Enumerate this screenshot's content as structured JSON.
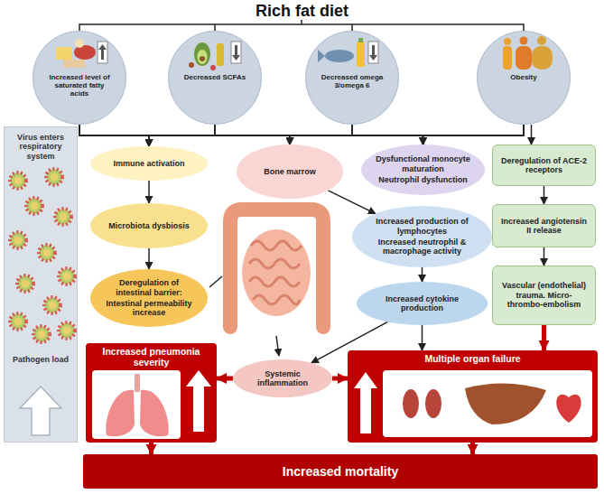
{
  "diagram": {
    "title": "Rich fat diet",
    "nodes": [
      {
        "text": [
          "Increased level of saturated fatty acids"
        ]
      },
      {
        "text": [
          "Decreased SCFAs"
        ]
      },
      {
        "text": [
          "Decreased omega 3/omega 6"
        ]
      },
      {
        "text": [
          "Obesity"
        ]
      },
      {
        "text": [
          "Virus enters respiratory system",
          "Pathogen load"
        ]
      },
      {
        "text": [
          "Immune activation"
        ]
      },
      {
        "text": [
          "Bone marrow"
        ]
      },
      {
        "text": [
          "Dysfunctional monocyte maturation",
          "Neutrophil dysfunction"
        ]
      },
      {
        "text": [
          "Deregulation of ACE-2 receptors"
        ]
      },
      {
        "text": [
          "Microbiota dysbiosis"
        ]
      },
      {
        "text": [
          "Increased production of lymphocytes",
          "Increased neutrophil & macrophage activity"
        ]
      },
      {
        "text": [
          "Increased angiotensin II release"
        ]
      },
      {
        "text": [
          "Deregulation of intestinal barrier:",
          "Intestinal permeability increase"
        ]
      },
      {
        "text": [
          "Increased cytokine production"
        ]
      },
      {
        "text": [
          "Vascular (endothelial) trauma. Micro- thrombo-embolism"
        ]
      },
      {
        "text": [
          "Increased pneumonia severity"
        ]
      },
      {
        "text": [
          "Systemic inflammation"
        ]
      },
      {
        "text": [
          "Multiple organ failure"
        ]
      },
      {
        "text": [
          "Increased mortality"
        ]
      }
    ],
    "edges": [
      {
        "from": 0,
        "to": 5,
        "arrow": "to"
      },
      {
        "from": 0,
        "to": 6,
        "arrow": "to"
      },
      {
        "from": 0,
        "to": 7,
        "arrow": "to"
      },
      {
        "from": 1,
        "to": 5,
        "arrow": "to"
      },
      {
        "from": 1,
        "to": 6,
        "arrow": "to"
      },
      {
        "from": 1,
        "to": 7,
        "arrow": "to"
      },
      {
        "from": 2,
        "to": 5,
        "arrow": "to"
      },
      {
        "from": 2,
        "to": 6,
        "arrow": "to"
      },
      {
        "from": 2,
        "to": 7,
        "arrow": "to"
      },
      {
        "from": 3,
        "to": 5,
        "arrow": "to"
      },
      {
        "from": 3,
        "to": 6,
        "arrow": "to"
      },
      {
        "from": 3,
        "to": 7,
        "arrow": "to"
      },
      {
        "from": 3,
        "to": 8,
        "arrow": "to"
      },
      {
        "from": 5,
        "to": 9,
        "arrow": "to"
      },
      {
        "from": 9,
        "to": 12,
        "arrow": "to"
      },
      {
        "from": 6,
        "to": 10,
        "arrow": "to"
      },
      {
        "from": 10,
        "to": 13,
        "arrow": "to"
      },
      {
        "from": 13,
        "to": 16,
        "arrow": "to"
      },
      {
        "from": 13,
        "to": 17,
        "arrow": "to"
      },
      {
        "from": 8,
        "to": 11,
        "arrow": "to"
      },
      {
        "from": 11,
        "to": 14,
        "arrow": "to"
      },
      {
        "from": 14,
        "to": 17,
        "arrow": "to"
      },
      {
        "from": 16,
        "to": 15,
        "arrow": "to"
      },
      {
        "from": 16,
        "to": 17,
        "arrow": "to"
      },
      {
        "from": 15,
        "to": 18,
        "arrow": "to"
      },
      {
        "from": 17,
        "to": 18,
        "arrow": "to"
      }
    ]
  }
}
